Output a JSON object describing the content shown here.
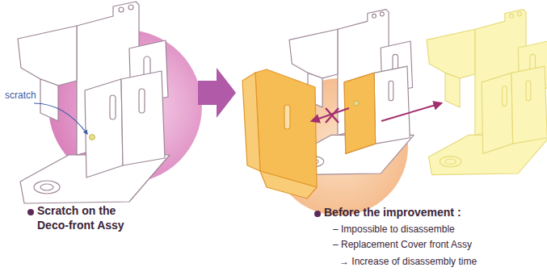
{
  "diagram": {
    "labels": [
      "scratch",
      "Scratch on the Deco-front Assy",
      "Before the improvement :",
      "– Impossible to disassemble",
      "– Replacement Cover front Assy",
      "→ Increase of disassembly time"
    ]
  }
}
